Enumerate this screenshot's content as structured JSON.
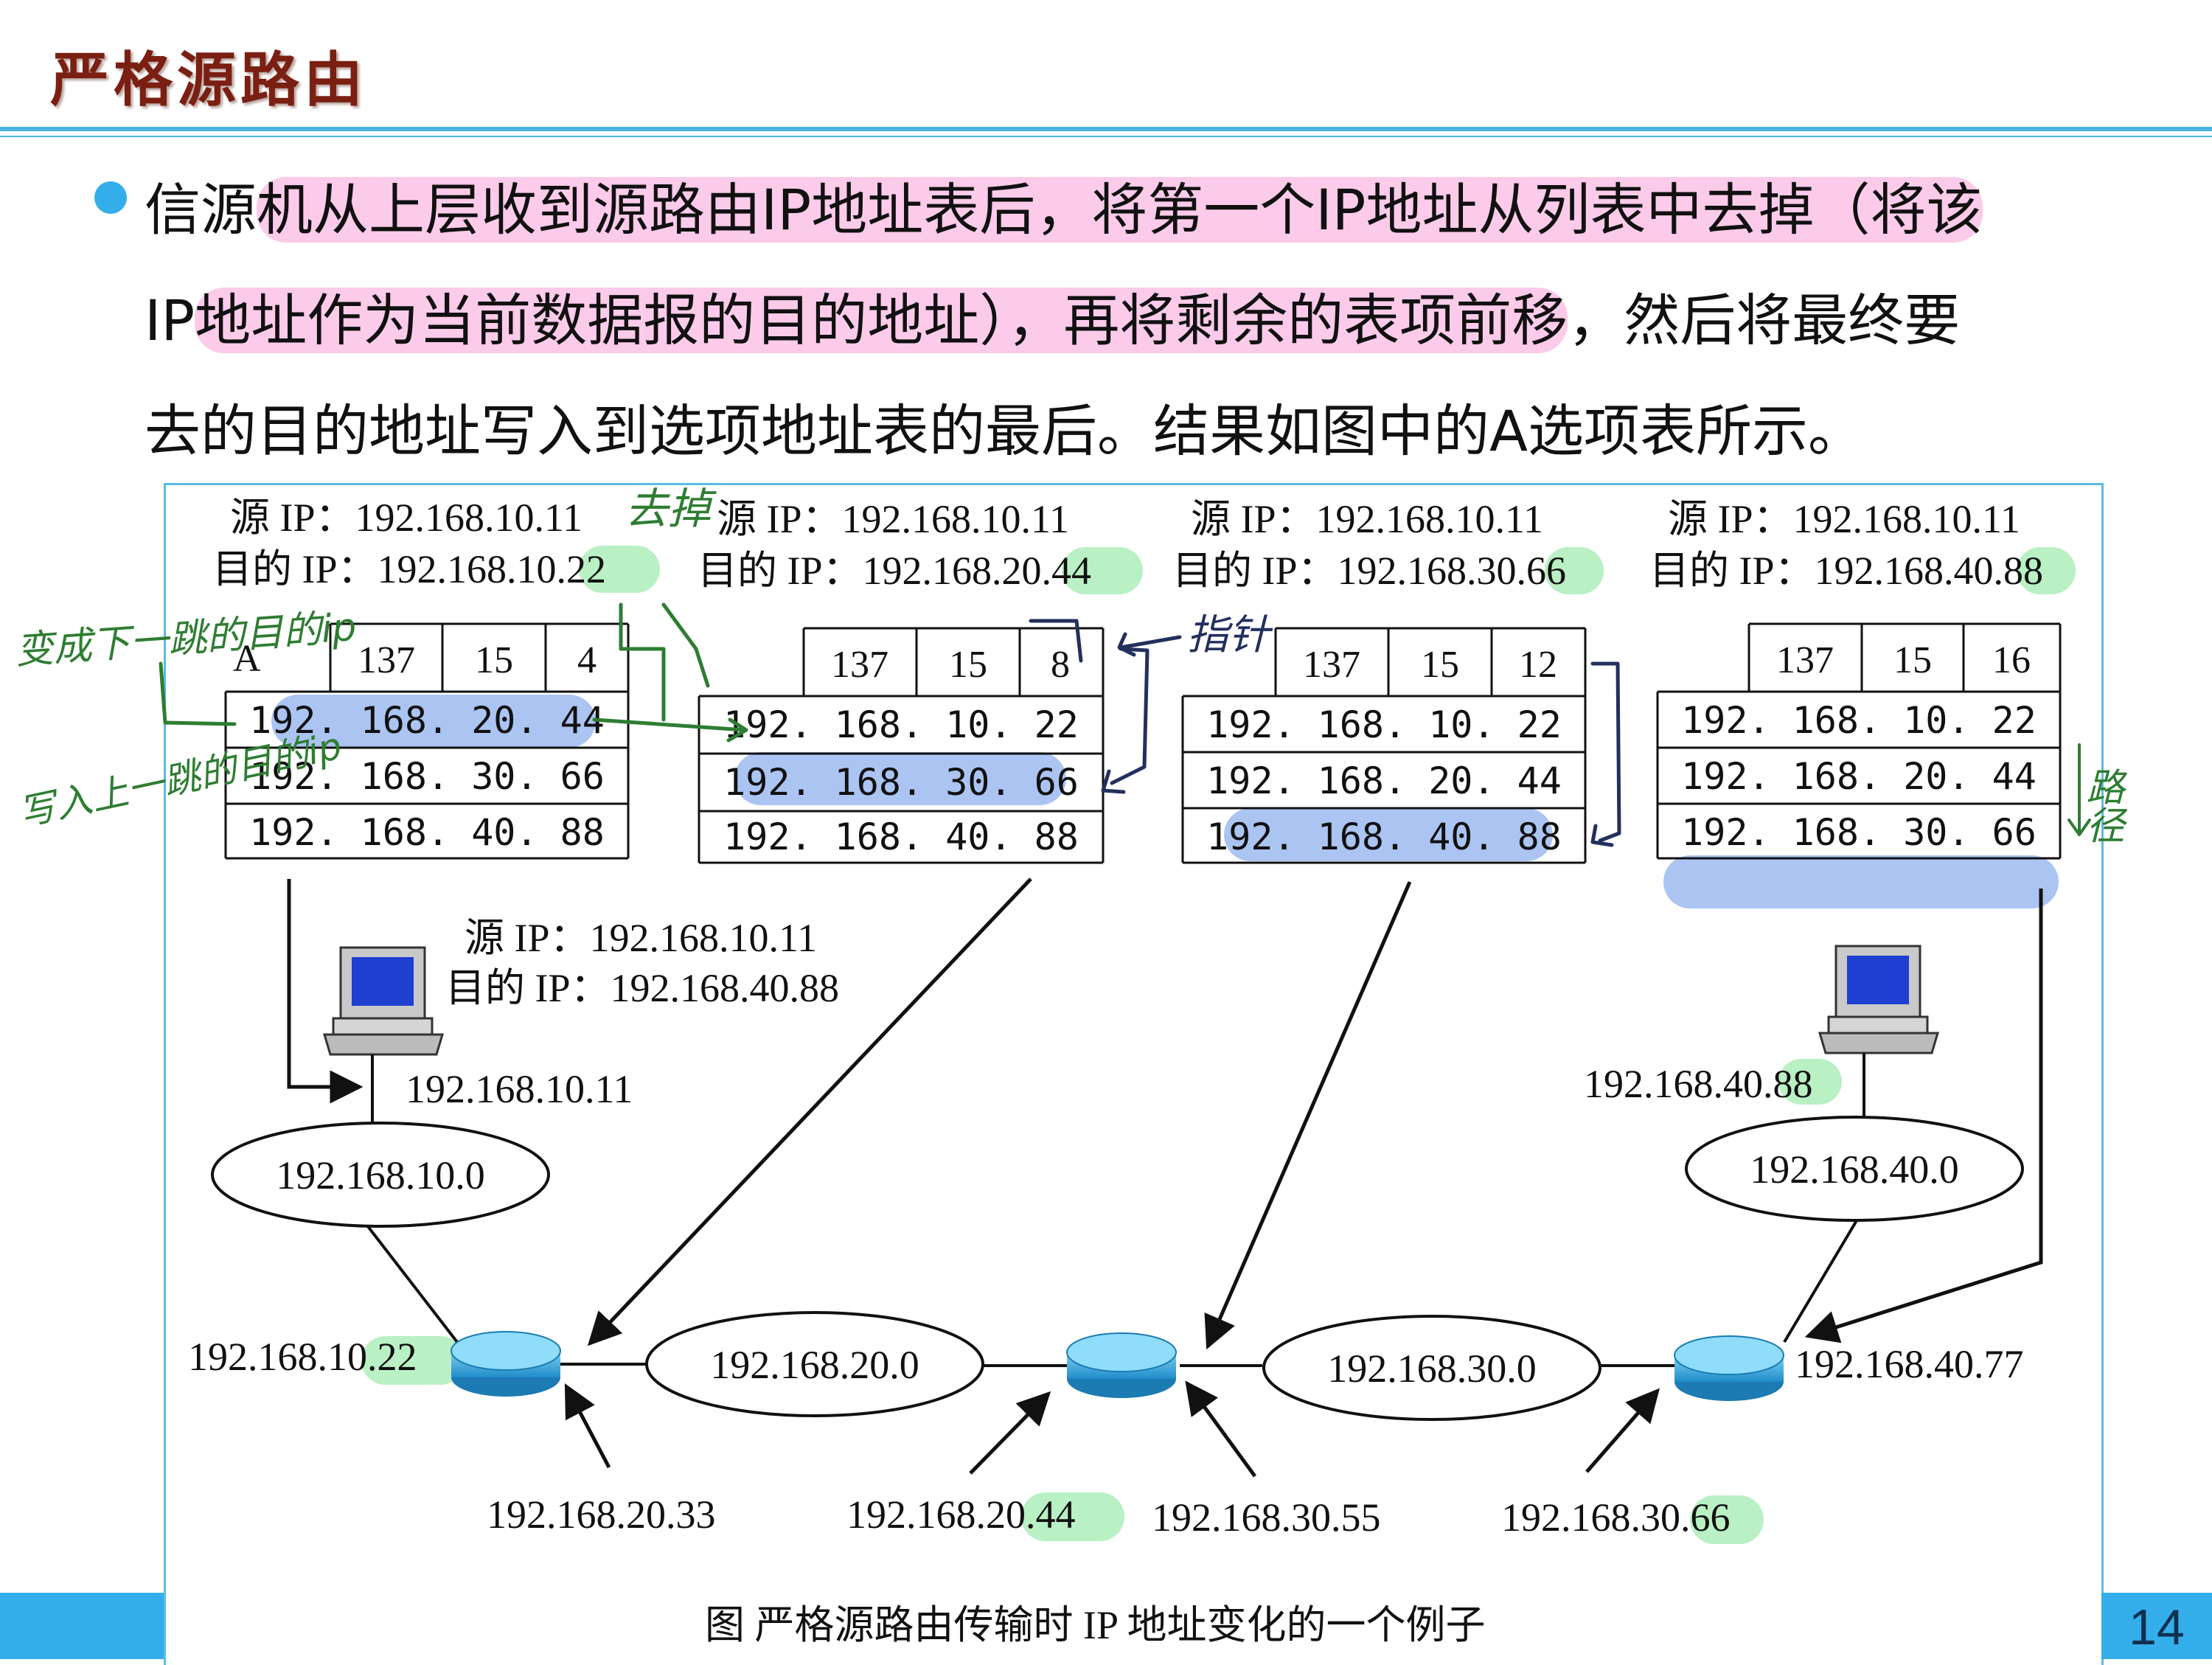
{
  "slide": {
    "title": "严格源路由",
    "page_number": "14",
    "paragraph": {
      "seg1": "信源",
      "seg2": "机从上层收到源路由IP地址表后，将第一个IP地址从列表中去掉（将该",
      "seg3": "IP",
      "seg4": "地址作为当前数据报的目的地址），再将剩余的表项前移",
      "seg5": "，然后将最终要",
      "seg6": "去的目的地址写入到选项地址表的最后。结果如图中的A选项表所示。"
    },
    "caption": "图    严格源路由传输时 IP 地址变化的一个例子"
  },
  "figure": {
    "headers": [
      {
        "src": "源 IP：192.168.10.11",
        "dst_prefix": "目的 IP：192.168.1",
        "dst_hl": "0.22"
      },
      {
        "src": "源 IP：192.168.10.11",
        "dst_prefix": "目的 IP：192.168.20.",
        "dst_hl": "44"
      },
      {
        "src": "源 IP：192.168.10.11",
        "dst_prefix": "目的 IP：192.168.30.",
        "dst_hl": "66"
      },
      {
        "src": "源 IP：192.168.10.11",
        "dst_prefix": "目的 IP：192.168.40.",
        "dst_hl": "88"
      }
    ],
    "tables": [
      {
        "label": "A",
        "code": "137",
        "len": "15",
        "ptr": "4",
        "rows": [
          "192. 168. 20. 44",
          "192. 168. 30. 66",
          "192. 168. 40. 88"
        ]
      },
      {
        "label": "",
        "code": "137",
        "len": "15",
        "ptr": "8",
        "rows": [
          "192. 168. 10. 22",
          "192. 168. 30. 66",
          "192. 168. 40. 88"
        ]
      },
      {
        "label": "",
        "code": "137",
        "len": "15",
        "ptr": "12",
        "rows": [
          "192. 168. 10. 22",
          "192. 168. 20. 44",
          "192. 168. 40. 88"
        ]
      },
      {
        "label": "",
        "code": "137",
        "len": "15",
        "ptr": "16",
        "rows": [
          "192. 168. 10. 22",
          "192. 168. 20. 44",
          "192. 168. 30. 66"
        ]
      }
    ],
    "mid_header": {
      "src": "源 IP：192.168.10.11",
      "dst": "目的 IP：192.168.40.88"
    },
    "networks": [
      "192.168.10.0",
      "192.168.20.0",
      "192.168.30.0",
      "192.168.40.0"
    ],
    "host_left_ip": "192.168.10.11",
    "host_right_ip_prefix": "192.168.40.",
    "host_right_ip_hl": "88",
    "router1_ip_prefix": "192.168.1",
    "router1_ip_hl": "0.22",
    "router1_ip_bottom": "192.168.20.33",
    "router2_ip_left_prefix": "192.168.2",
    "router2_ip_left_hl": "0.44",
    "router2_ip_right": "192.168.30.55",
    "router3_ip_left_prefix": "192.168.30.",
    "router3_ip_left_hl": "66",
    "router3_ip_right": "192.168.40.77"
  },
  "handwriting": {
    "note_remove": "去掉",
    "note_change": "变成下一跳的目的ip",
    "note_write": "写入上一跳的目的ip",
    "note_pointer": "指针",
    "note_path": "路径"
  },
  "colors": {
    "accent": "#33aeea",
    "title": "#7a1f12",
    "pink_highlight": "#f8a0d7",
    "blue_highlight": "#8fb0ee",
    "green_highlight": "#b9f0c4",
    "handwriting_green": "#2e7d32",
    "handwriting_navy": "#23305e"
  }
}
